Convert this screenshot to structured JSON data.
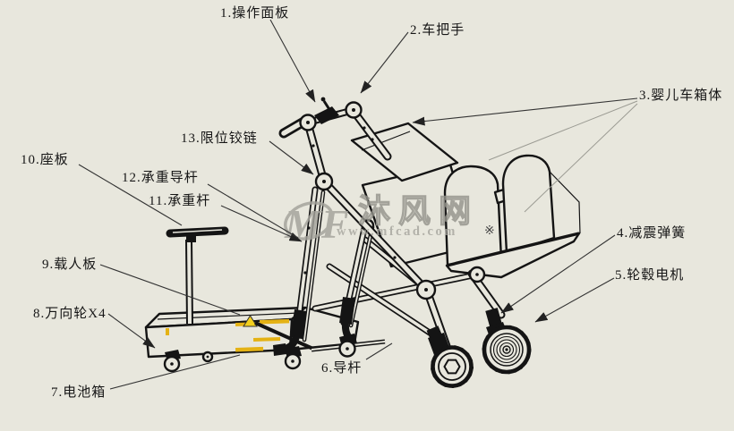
{
  "labels": [
    {
      "id": "1",
      "text": "1.操作面板"
    },
    {
      "id": "2",
      "text": "2.车把手"
    },
    {
      "id": "3",
      "text": "3.婴儿车箱体"
    },
    {
      "id": "4",
      "text": "4.减震弹簧"
    },
    {
      "id": "5",
      "text": "5.轮毂电机"
    },
    {
      "id": "6",
      "text": "6.导杆"
    },
    {
      "id": "7",
      "text": "7.电池箱"
    },
    {
      "id": "8",
      "text": "8.万向轮X4"
    },
    {
      "id": "9",
      "text": "9.载人板"
    },
    {
      "id": "10",
      "text": "10.座板"
    },
    {
      "id": "11",
      "text": "11.承重杆"
    },
    {
      "id": "12",
      "text": "12.承重导杆"
    },
    {
      "id": "13",
      "text": "13.限位铰链"
    }
  ],
  "watermark": {
    "logo": "MF",
    "site": "沐风网",
    "url": "www.mfcad.com"
  },
  "annotation_symbol": "※",
  "colors": {
    "background": "#e8e7dd",
    "line": "#141414",
    "leader": "#333333",
    "leader_light": "#9b9b93",
    "watermark_gray": "#a3a29b",
    "decal_yellow": "#e4b214"
  }
}
